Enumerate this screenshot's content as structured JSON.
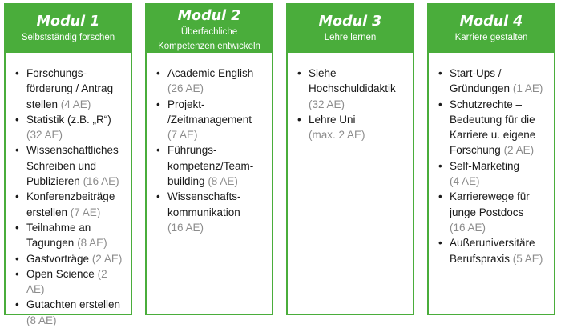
{
  "colors": {
    "accent": "#4aad3b",
    "text": "#1a1a1a",
    "muted": "#8c8c8c"
  },
  "modules": [
    {
      "title": "Modul 1",
      "subtitle": [
        "Selbstständig forschen"
      ],
      "items": [
        {
          "text": "Forschungs-förderung / Antrag stellen",
          "ae": "(4 AE)"
        },
        {
          "text": "Statistik (z.B. „R“)",
          "ae": "(32 AE)"
        },
        {
          "text": "Wissenschaftliches Schreiben und Publizieren",
          "ae": "(16 AE)"
        },
        {
          "text": "Konferenzbeiträge erstellen",
          "ae": "(7 AE)"
        },
        {
          "text": "Teilnahme an Tagungen",
          "ae": "(8 AE)"
        },
        {
          "text": "Gastvorträge",
          "ae": "(2 AE)"
        },
        {
          "text": "Open Science",
          "ae": "(2 AE)"
        },
        {
          "text": "Gutachten erstellen",
          "ae": "(8 AE)"
        }
      ]
    },
    {
      "title": "Modul 2",
      "subtitle": [
        "Überfachliche",
        "Kompetenzen entwickeln"
      ],
      "items": [
        {
          "text": "Academic English",
          "ae": "(26 AE)"
        },
        {
          "text": "Projekt-/Zeitmanagement",
          "ae": "(7 AE)"
        },
        {
          "text": "Führungs-kompetenz/Team-building",
          "ae": "(8 AE)"
        },
        {
          "text": "Wissenschafts-kommunikation",
          "ae": "(16 AE)"
        }
      ]
    },
    {
      "title": "Modul 3",
      "subtitle": [
        "Lehre lernen"
      ],
      "items": [
        {
          "text": "Siehe Hochschuldidaktik",
          "ae": "(32 AE)"
        },
        {
          "text": "Lehre Uni",
          "ae": "(max. 2 AE)"
        }
      ]
    },
    {
      "title": "Modul 4",
      "subtitle": [
        "Karriere gestalten"
      ],
      "items": [
        {
          "text": "Start-Ups / Gründungen",
          "ae": "(1 AE)"
        },
        {
          "text": "Schutzrechte – Bedeutung für die Karriere u. eigene Forschung",
          "ae": "(2 AE)"
        },
        {
          "text": "Self-Marketing",
          "ae": "(4 AE)"
        },
        {
          "text": "Karrierewege für junge Postdocs",
          "ae": "(16 AE)"
        },
        {
          "text": "Außeruniversitäre Berufspraxis",
          "ae": "(5 AE)"
        }
      ]
    }
  ]
}
